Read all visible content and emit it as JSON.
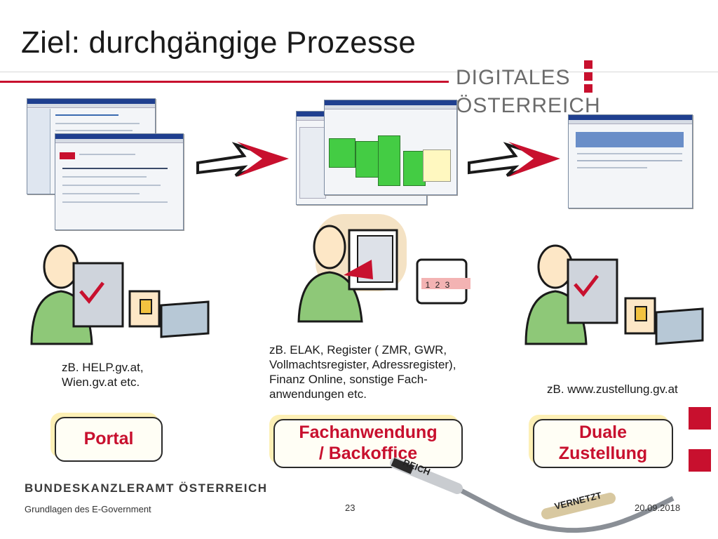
{
  "title": "Ziel: durchgängige Prozesse",
  "brand": {
    "left": "DIGITALES",
    "right": "ÖSTERREICH"
  },
  "columns": [
    {
      "desc_lines": [
        "zB. HELP.gv.at,",
        "Wien.gv.at etc."
      ],
      "pill_lines": [
        "Portal"
      ]
    },
    {
      "desc_lines": [
        "zB. ELAK, Register ( ZMR, GWR,",
        "Vollmachtsregister, Adressregister),",
        "Finanz Online, sonstige Fach-",
        "anwendungen etc."
      ],
      "pill_lines": [
        "Fachanwendung",
        "/ Backoffice"
      ]
    },
    {
      "desc_lines": [
        "zB. www.zustellung.gv.at"
      ],
      "pill_lines": [
        "Duale",
        "Zustellung"
      ]
    }
  ],
  "keypad": [
    "1",
    "2",
    "3"
  ],
  "cable": {
    "label_1": "REICH",
    "label_2": "VERNETZT"
  },
  "footer": {
    "ministry": "BUNDESKANZLERAMT ÖSTERREICH",
    "left": "Grundlagen des E-Government",
    "page": "23",
    "date": "20.09.2018"
  },
  "colors": {
    "accent": "#c8102e",
    "text": "#1a1a1a",
    "pill_shadow": "#fdf0b6"
  }
}
